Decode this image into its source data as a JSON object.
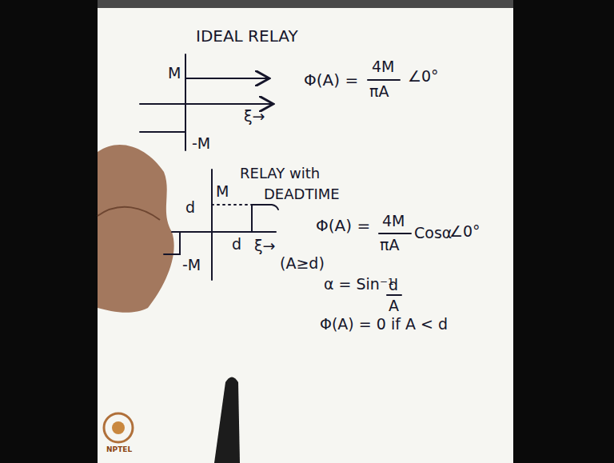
{
  "diagram": {
    "labels": [
      "IDEAL RELAY",
      "M",
      "-M",
      "ξ→",
      "Φ(A) =",
      "4M",
      "πA",
      "∠0°",
      "RELAY with",
      "DEADTIME",
      "d",
      "M",
      "d",
      "-M",
      "ξ→",
      "Φ(A) =",
      "4M",
      "πA",
      "Cosα",
      "∠0°",
      "(A≥d)",
      "α = Sin⁻¹",
      "d",
      "A",
      "Φ(A) = 0 if A < d",
      "NPTEL"
    ]
  }
}
